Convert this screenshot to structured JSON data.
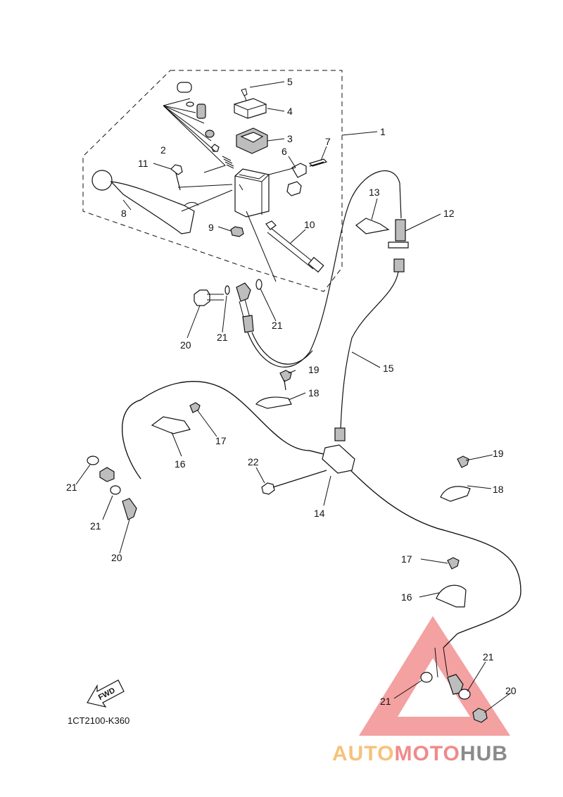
{
  "callouts": [
    {
      "id": "c1",
      "label": "1"
    },
    {
      "id": "c2",
      "label": "2"
    },
    {
      "id": "c3",
      "label": "3"
    },
    {
      "id": "c4",
      "label": "4"
    },
    {
      "id": "c5",
      "label": "5"
    },
    {
      "id": "c6",
      "label": "6"
    },
    {
      "id": "c7",
      "label": "7"
    },
    {
      "id": "c8",
      "label": "8"
    },
    {
      "id": "c9",
      "label": "9"
    },
    {
      "id": "c10",
      "label": "10"
    },
    {
      "id": "c11",
      "label": "11"
    },
    {
      "id": "c12",
      "label": "12"
    },
    {
      "id": "c13",
      "label": "13"
    },
    {
      "id": "c14",
      "label": "14"
    },
    {
      "id": "c15",
      "label": "15"
    },
    {
      "id": "c16a",
      "label": "16"
    },
    {
      "id": "c16b",
      "label": "16"
    },
    {
      "id": "c17a",
      "label": "17"
    },
    {
      "id": "c17b",
      "label": "17"
    },
    {
      "id": "c18a",
      "label": "18"
    },
    {
      "id": "c18b",
      "label": "18"
    },
    {
      "id": "c19a",
      "label": "19"
    },
    {
      "id": "c19b",
      "label": "19"
    },
    {
      "id": "c20a",
      "label": "20"
    },
    {
      "id": "c20b",
      "label": "20"
    },
    {
      "id": "c20c",
      "label": "20"
    },
    {
      "id": "c21a",
      "label": "21"
    },
    {
      "id": "c21b",
      "label": "21"
    },
    {
      "id": "c21c",
      "label": "21"
    },
    {
      "id": "c21d",
      "label": "21"
    },
    {
      "id": "c21e",
      "label": "21"
    },
    {
      "id": "c21f",
      "label": "21"
    },
    {
      "id": "c22",
      "label": "22"
    }
  ],
  "fwd_label": "FWD",
  "part_code": "1CT2100-K360",
  "watermark": {
    "part1": "AUTO",
    "part2": "MOTO",
    "part3": "HUB",
    "color_auto": "#f6c27a",
    "color_moto": "#f08a8a",
    "color_hub": "#8a8a8a",
    "triangle_color": "#f19090"
  }
}
